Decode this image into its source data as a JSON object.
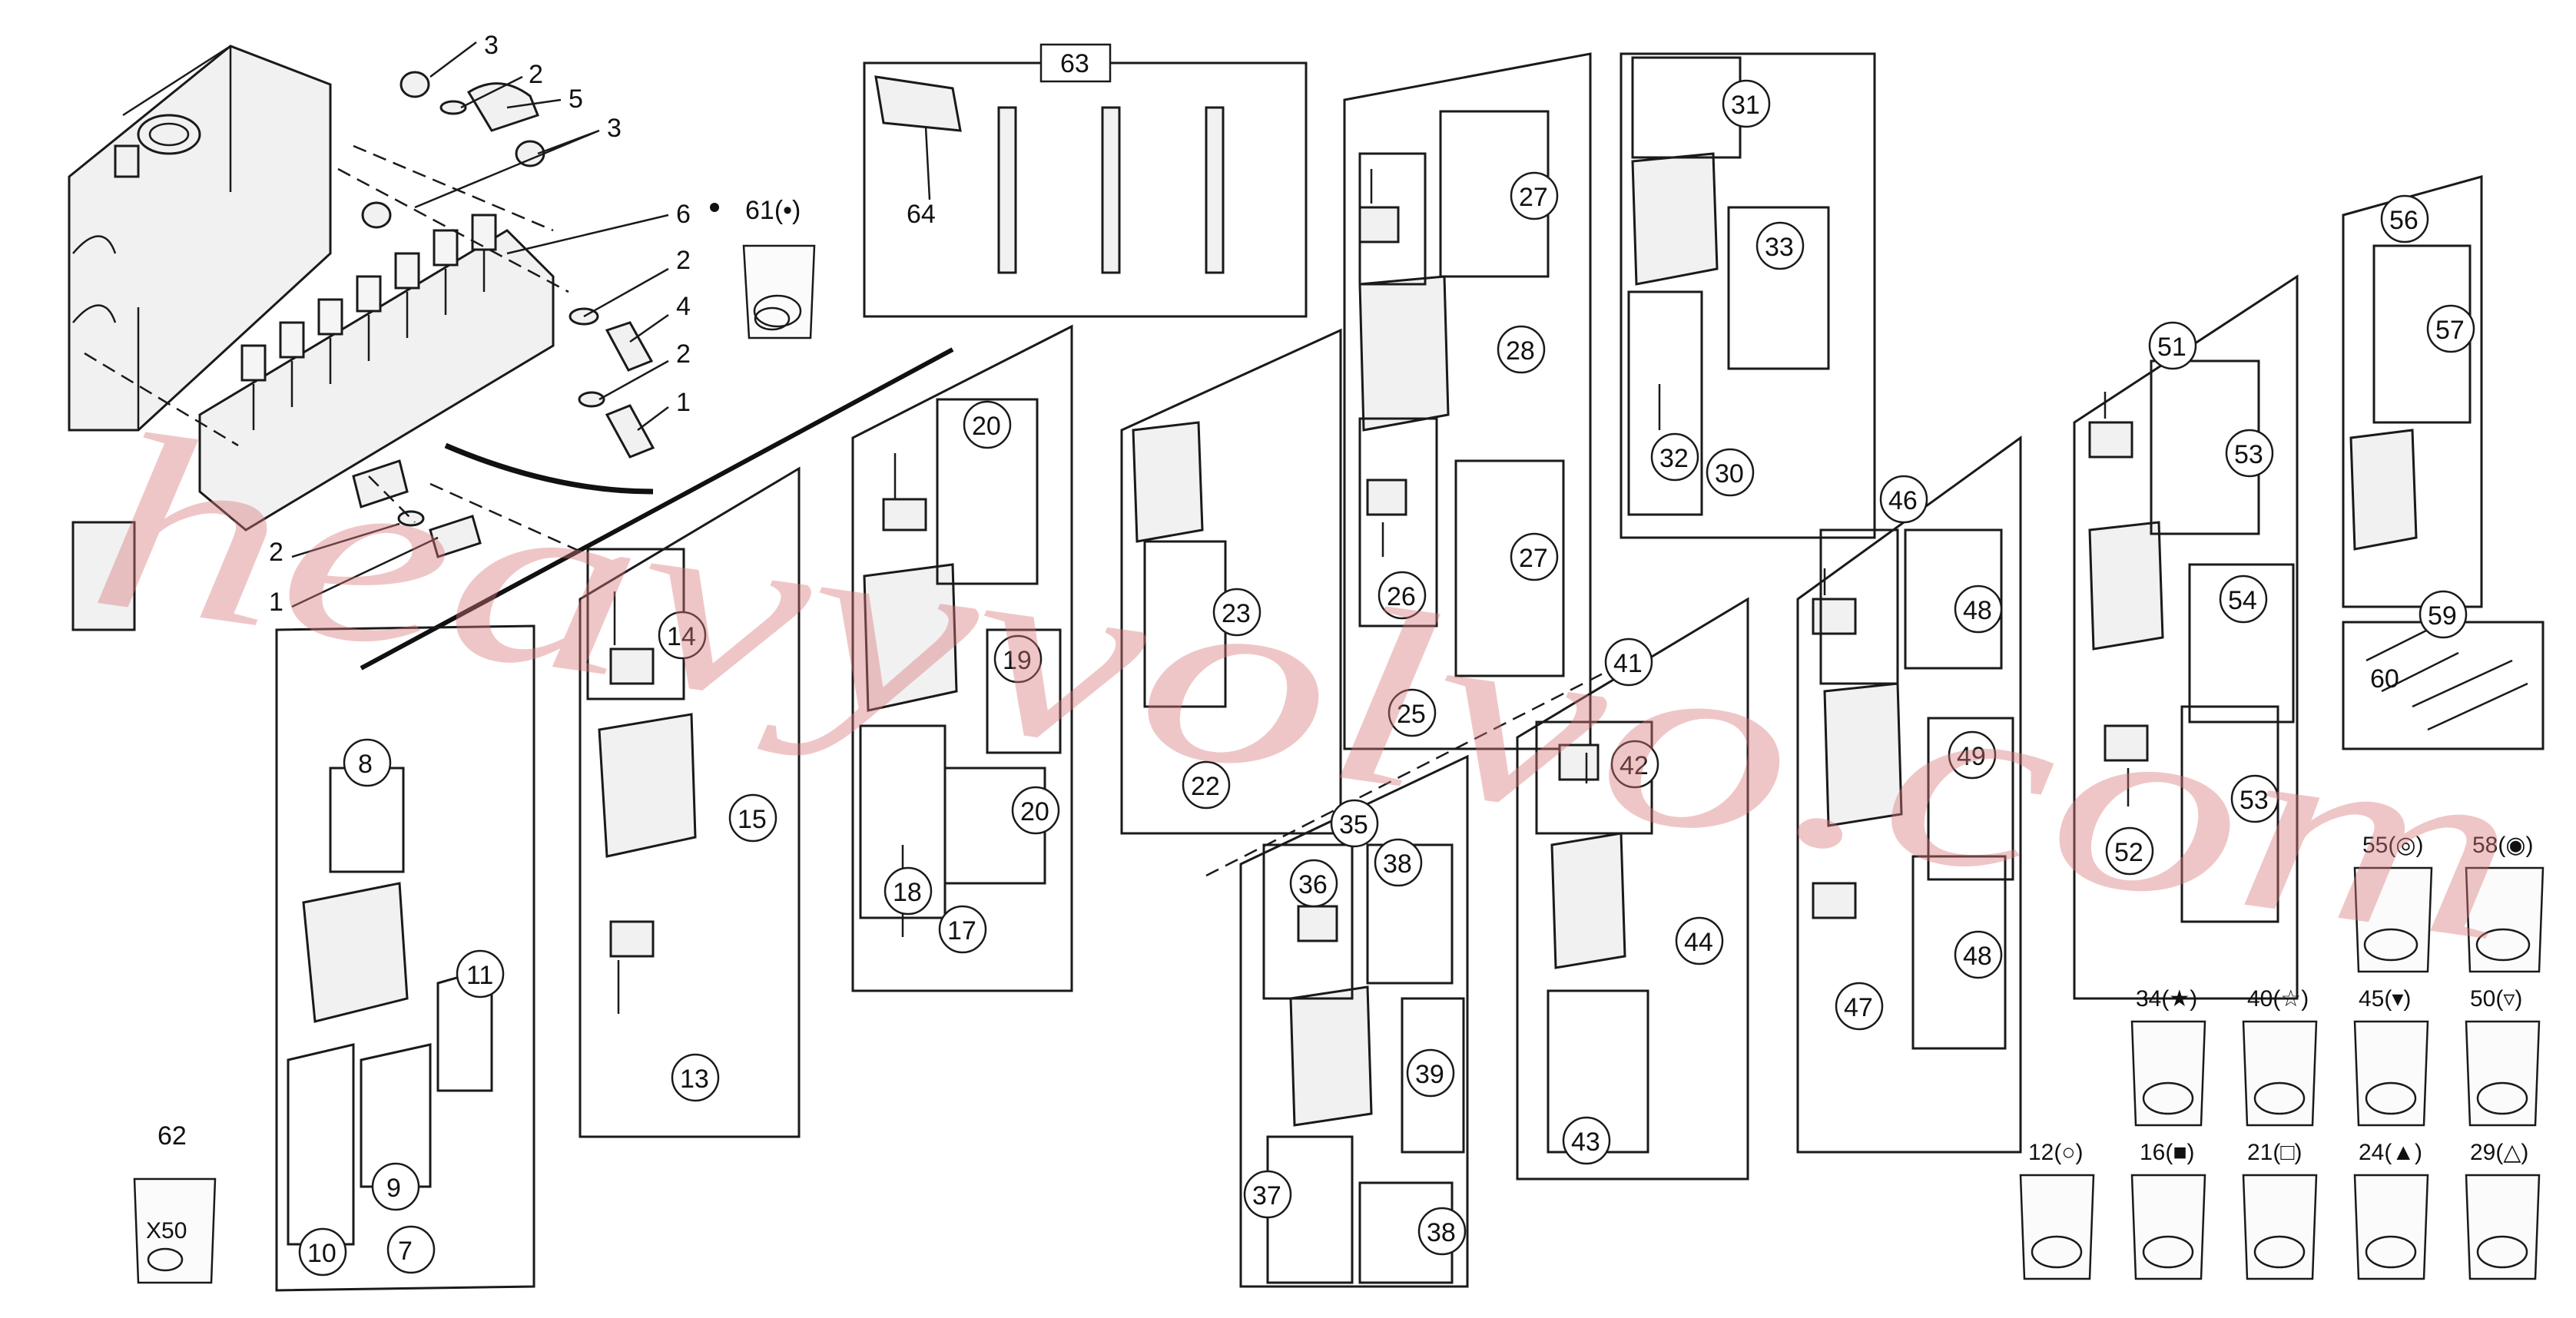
{
  "watermark": "heavyvolvo.com",
  "callouts": {
    "c1a": "1",
    "c1b": "1",
    "c2a": "2",
    "c2b": "2",
    "c2c": "2",
    "c2d": "2",
    "c3a": "3",
    "c3b": "3",
    "c4": "4",
    "c5": "5",
    "c6": "6",
    "c7": "7",
    "c8": "8",
    "c9": "9",
    "c10": "10",
    "c11": "11",
    "c13": "13",
    "c14": "14",
    "c15": "15",
    "c17": "17",
    "c18": "18",
    "c19": "19",
    "c20a": "20",
    "c20b": "20",
    "c22": "22",
    "c23": "23",
    "c25": "25",
    "c26": "26",
    "c27a": "27",
    "c27b": "27",
    "c28": "28",
    "c30": "30",
    "c31": "31",
    "c32": "32",
    "c33": "33",
    "c35": "35",
    "c36": "36",
    "c37": "37",
    "c38a": "38",
    "c38b": "38",
    "c39": "39",
    "c41": "41",
    "c42": "42",
    "c43": "43",
    "c44": "44",
    "c46": "46",
    "c47": "47",
    "c48a": "48",
    "c48b": "48",
    "c49": "49",
    "c51": "51",
    "c52": "52",
    "c53a": "53",
    "c53b": "53",
    "c54": "54",
    "c56": "56",
    "c57": "57",
    "c59": "59",
    "c60": "60",
    "c61": "61(•)",
    "c62": "62",
    "c63": "63",
    "c64": "64"
  },
  "kits": {
    "k55": "55(◎)",
    "k58": "58(◉)",
    "k34": "34(★)",
    "k40": "40(☆)",
    "k45": "45(▾)",
    "k50": "50(▿)",
    "k12": "12(○)",
    "k16": "16(■)",
    "k21": "21(□)",
    "k24": "24(▲)",
    "k29": "29(△)"
  },
  "bag_text": "X50"
}
